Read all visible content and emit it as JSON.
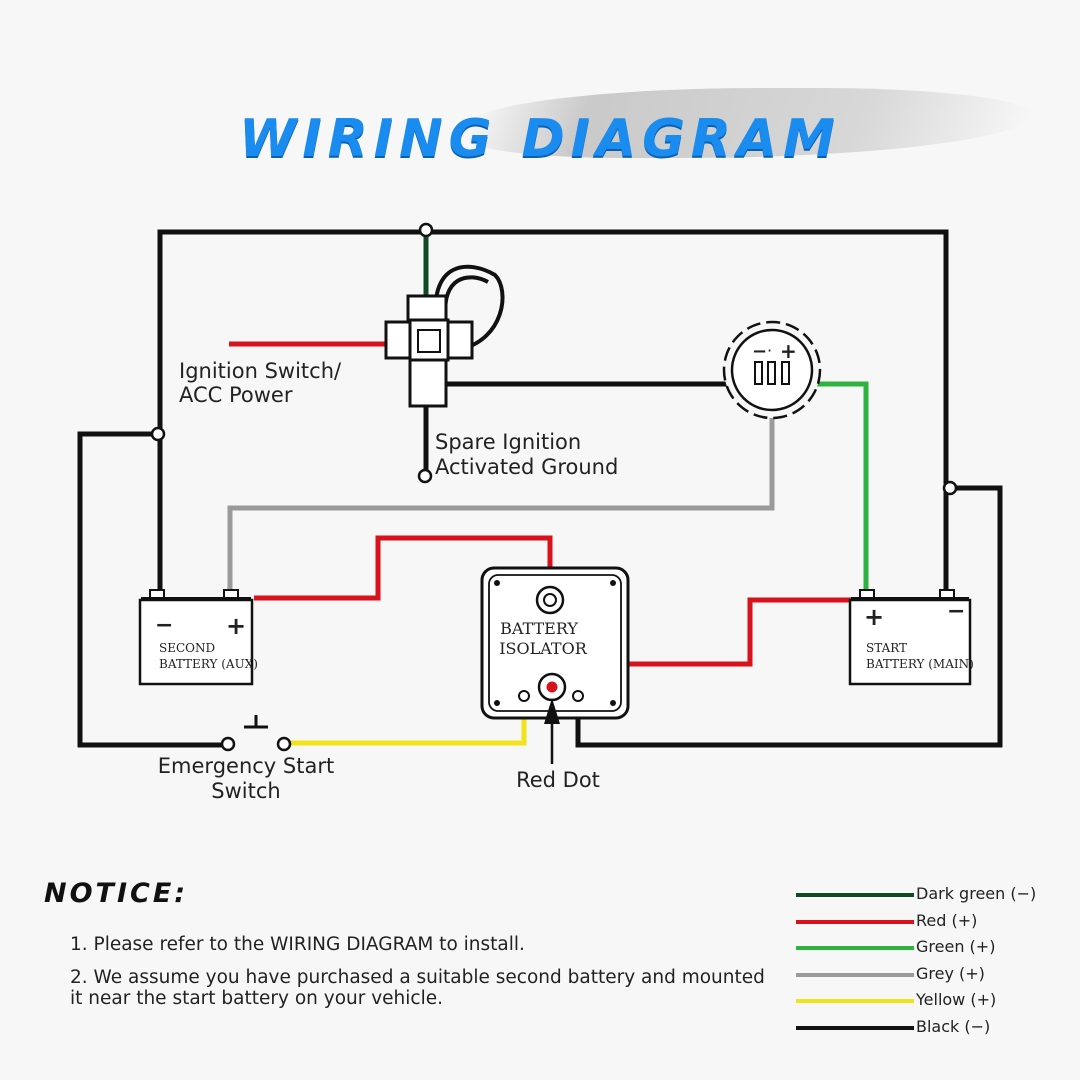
{
  "title": "WIRING DIAGRAM",
  "labels": {
    "ignition_line1": "Ignition Switch/",
    "ignition_line2": "ACC Power",
    "spare_line1": "Spare Ignition",
    "spare_line2": "Activated Ground",
    "emergency_line1": "Emergency Start",
    "emergency_line2": "Switch",
    "red_dot": "Red Dot"
  },
  "isolator": {
    "line1": "BATTERY",
    "line2": "ISOLATOR"
  },
  "second_battery": {
    "minus": "−",
    "plus": "+",
    "line1": "SECOND",
    "line2": "BATTERY (AUX)"
  },
  "start_battery": {
    "minus": "−",
    "plus": "+",
    "line1": "START",
    "line2": "BATTERY (MAIN)"
  },
  "indicator": {
    "minus": "−",
    "dot": "·",
    "plus": "+"
  },
  "notice": {
    "title": "NOTICE:",
    "items": [
      "1. Please refer to the WIRING DIAGRAM to install.",
      "2. We assume you have purchased a suitable second battery and mounted it near the start battery on your vehicle."
    ]
  },
  "legend": [
    {
      "label": "Dark green (−)",
      "color": "#0f4a25"
    },
    {
      "label": "Red (+)",
      "color": "#d8121b"
    },
    {
      "label": "Green (+)",
      "color": "#2fb340"
    },
    {
      "label": "Grey (+)",
      "color": "#9a9a9a"
    },
    {
      "label": "Yellow (+)",
      "color": "#f1e21a"
    },
    {
      "label": "Black (−)",
      "color": "#111111"
    }
  ],
  "colors": {
    "title_blue": "#1a8cf0",
    "wire_black": "#111111",
    "wire_red": "#d8121b",
    "wire_green": "#2fb340",
    "wire_dark_green": "#0f4a25",
    "wire_grey": "#9a9a9a",
    "wire_yellow": "#f1e21a"
  }
}
